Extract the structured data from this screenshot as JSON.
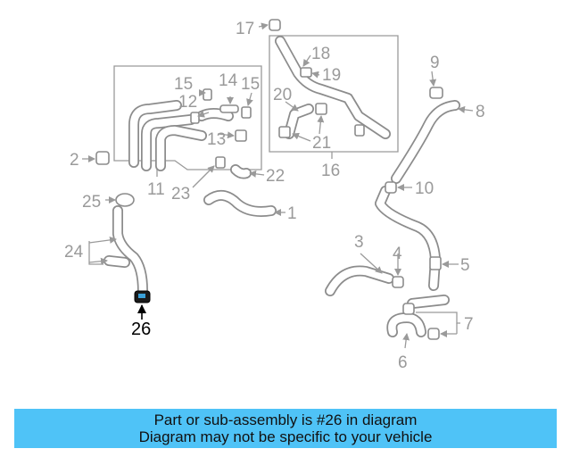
{
  "diagram": {
    "highlighted_part": "26",
    "callouts": [
      "1",
      "2",
      "3",
      "4",
      "5",
      "6",
      "7",
      "8",
      "9",
      "10",
      "11",
      "12",
      "13",
      "14",
      "15",
      "15",
      "16",
      "17",
      "18",
      "19",
      "20",
      "21",
      "22",
      "23",
      "24",
      "25",
      "26"
    ]
  },
  "banner": {
    "line1": "Part or sub-assembly is #26 in diagram",
    "line2": "Diagram may not be specific to your vehicle",
    "color": "#4fc3f7"
  }
}
